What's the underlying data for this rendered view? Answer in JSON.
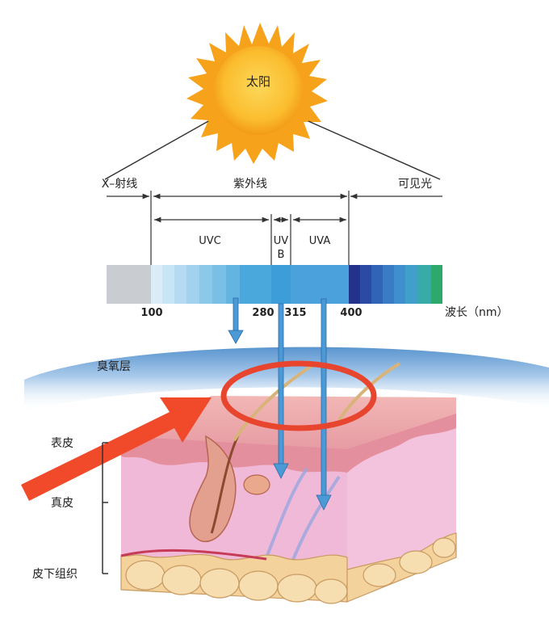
{
  "sun": {
    "label": "太阳"
  },
  "spectrum": {
    "band_labels": {
      "xray": "X–射线",
      "uv": "紫外线",
      "visible": "可见光"
    },
    "uv_sub": {
      "uvc": "UVC",
      "uvb_line1": "UV",
      "uvb_line2": "B",
      "uva": "UVA"
    },
    "ticks": [
      "100",
      "280",
      "315",
      "400"
    ],
    "wavelength_label": "波长（nm）"
  },
  "ozone": {
    "label": "臭氧层"
  },
  "skin": {
    "layers": {
      "epidermis": "表皮",
      "dermis": "真皮",
      "subcutis": "皮下组织"
    }
  },
  "colors": {
    "sun": "#f7a51c",
    "sun_core": "#fbc840",
    "arrow": "#f04a2a",
    "highlight": "#e8452f",
    "uv_arrow": "#4b9ad6",
    "skin_pink": "#f2b8d6",
    "epidermis": "#e79aa4"
  }
}
